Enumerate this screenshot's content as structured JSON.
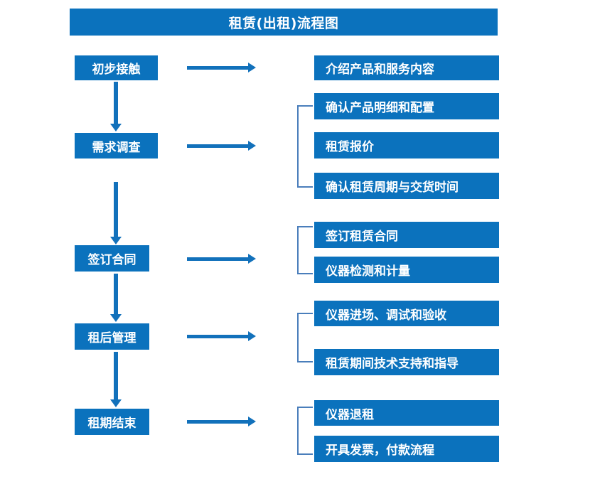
{
  "title": {
    "text": "租赁(出租)流程图"
  },
  "colors": {
    "box_blue": "#0b72bd",
    "arrow_blue": "#1271bb",
    "bracket_blue": "#4a7ebb",
    "text_white": "#ffffff",
    "background": "#ffffff"
  },
  "stages": [
    {
      "label": "初步接触"
    },
    {
      "label": "需求调查"
    },
    {
      "label": "签订合同"
    },
    {
      "label": "租后管理"
    },
    {
      "label": "租期结束"
    }
  ],
  "details": [
    {
      "label": "介绍产品和服务内容"
    },
    {
      "label": "确认产品明细和配置"
    },
    {
      "label": "租赁报价"
    },
    {
      "label": "确认租赁周期与交货时间"
    },
    {
      "label": "签订租赁合同"
    },
    {
      "label": "仪器检测和计量"
    },
    {
      "label": "仪器进场、调试和验收"
    },
    {
      "label": "租赁期间技术支持和指导"
    },
    {
      "label": "仪器退租"
    },
    {
      "label": "开具发票，付款流程"
    }
  ],
  "arrows": {
    "horizontal_count": 5,
    "vertical_count": 4,
    "direction_horizontal": "right",
    "direction_vertical": "down"
  },
  "brackets": {
    "count": 4,
    "style": "left-facing-square-bracket"
  }
}
